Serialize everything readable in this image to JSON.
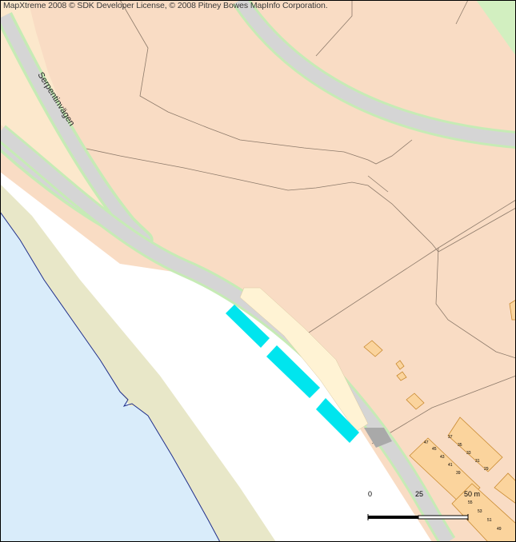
{
  "map": {
    "copyright": "MapXtreme 2008 © SDK Developer License, © 2008 Pitney Bowes MapInfo Corporation.",
    "street_name": "Serpentinvägen",
    "scale_bar": {
      "labels": [
        "0",
        "25",
        "50 m"
      ]
    },
    "colors": {
      "land": "#f9dcc4",
      "water": "#d9ecfa",
      "beach": "#e8e7c8",
      "road": "#d5d5d5",
      "road_edge": "#c6ebb5",
      "park": "#d2efc0",
      "parking": "#fff3d4",
      "building": "#fbd49d",
      "building_outline": "#c98a30",
      "highlight": "#00e5ee"
    },
    "house_numbers": [
      "47",
      "45",
      "43",
      "41",
      "39",
      "37",
      "35",
      "33",
      "31",
      "29",
      "55",
      "53",
      "51",
      "49"
    ]
  }
}
